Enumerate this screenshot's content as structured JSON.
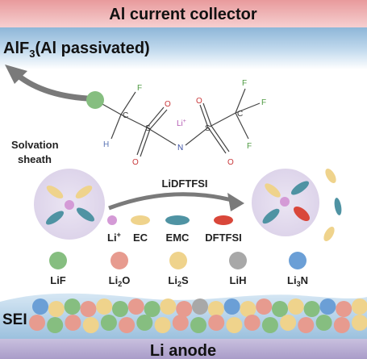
{
  "labels": {
    "top_band": "Al current collector",
    "alf3_prefix": "AlF",
    "alf3_sub": "3",
    "alf3_suffix": "(Al passivated)",
    "solvation_line1": "Solvation",
    "solvation_line2": "sheath",
    "arrow_label": "LiDFTFSI",
    "sei": "SEI",
    "anode": "Li anode"
  },
  "molecule": {
    "f": "F",
    "c": "C",
    "h": "H",
    "s": "S",
    "o": "O",
    "n": "N",
    "li": "Li",
    "plus": "+"
  },
  "legend": {
    "li": "Li",
    "plus": "+",
    "ec": "EC",
    "emc": "EMC",
    "dftfsi": "DFTFSI"
  },
  "sei_components": {
    "lif": "LiF",
    "li2o_a": "Li",
    "li2o_sub": "2",
    "li2o_b": "O",
    "li2s_a": "Li",
    "li2s_sub": "2",
    "li2s_b": "S",
    "lih": "LiH",
    "li3n_a": "Li",
    "li3n_sub": "3",
    "li3n_b": "N"
  },
  "colors": {
    "lif": "#86be80",
    "li2o": "#e79b8f",
    "li2s": "#efd38c",
    "lih": "#a8a8a8",
    "li3n": "#6b9fd6",
    "li_ion": "#d49ad6",
    "ec": "#efd38c",
    "emc": "#4f93a3",
    "dftfsi": "#d9473a"
  },
  "sei_particle_sequence": [
    "li3n",
    "li2s",
    "lif",
    "li2o",
    "li2s",
    "lif",
    "li2o",
    "lif",
    "li2s",
    "li2o",
    "lih",
    "li2s",
    "li3n",
    "li2s",
    "li2o",
    "lif",
    "li2s",
    "lif",
    "li3n",
    "li2o",
    "li2s",
    "li2o",
    "lif",
    "li2o",
    "li2s",
    "lif",
    "li2o",
    "lif",
    "li2s",
    "li2o",
    "lif",
    "li2o",
    "li2s",
    "li2o",
    "lif",
    "li2s",
    "li2o",
    "lif",
    "li2o",
    "li2s"
  ]
}
